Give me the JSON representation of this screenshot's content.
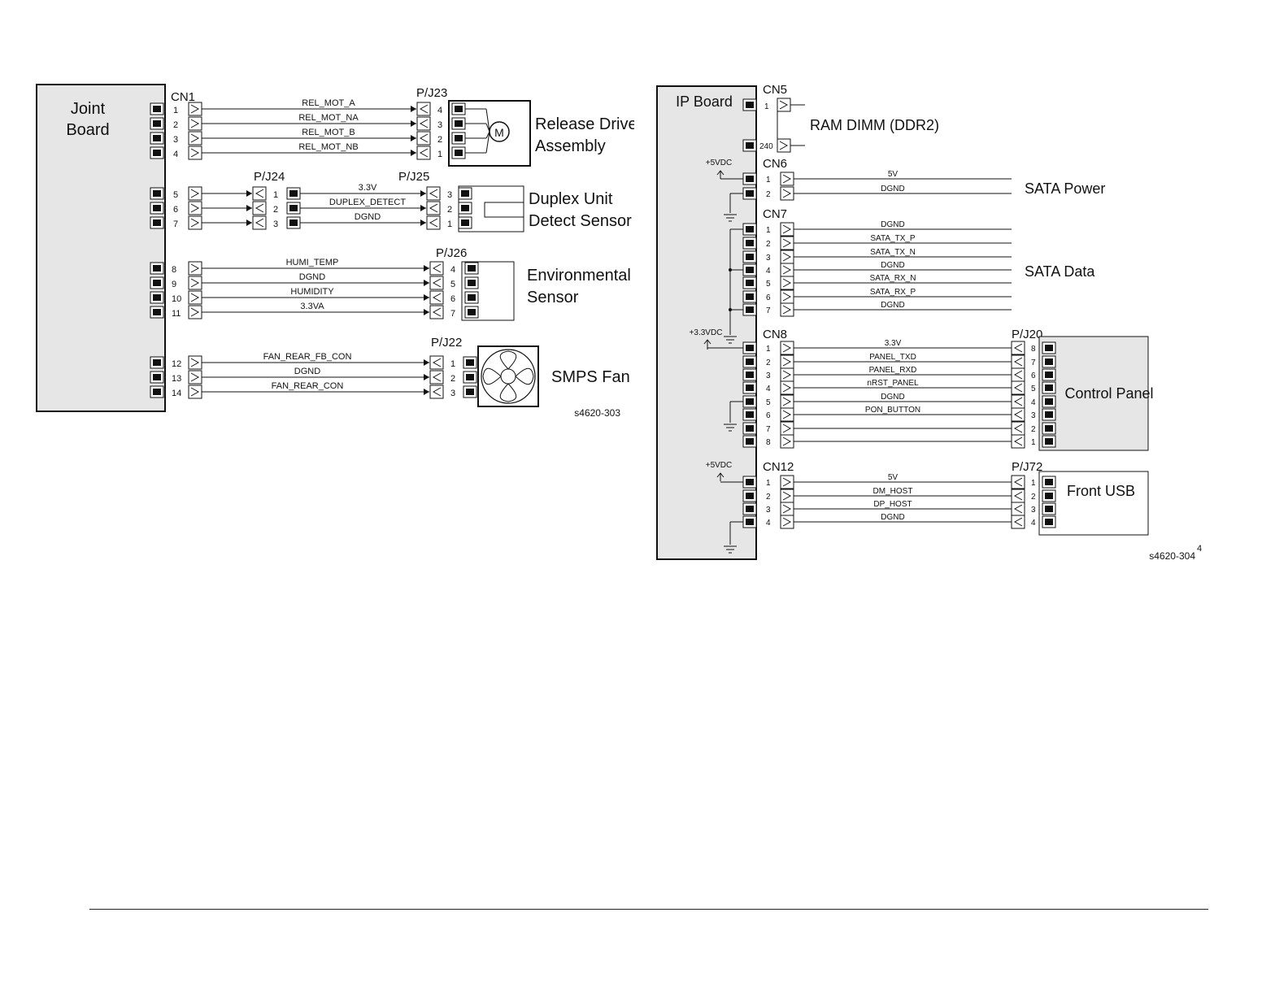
{
  "left_diagram": {
    "board_label_lines": [
      "Joint",
      "Board"
    ],
    "cn1_label": "CN1",
    "figure_id": "s4620-303",
    "release_drive": {
      "connector_label": "P/J23",
      "name_lines": [
        "Release Drive",
        "Assembly"
      ],
      "motor_symbol": "M",
      "signals": [
        {
          "cn1_pin": "1",
          "name": "REL_MOT_A",
          "pin": "4"
        },
        {
          "cn1_pin": "2",
          "name": "REL_MOT_NA",
          "pin": "3"
        },
        {
          "cn1_pin": "3",
          "name": "REL_MOT_B",
          "pin": "2"
        },
        {
          "cn1_pin": "4",
          "name": "REL_MOT_NB",
          "pin": "1"
        }
      ]
    },
    "duplex": {
      "mid_connector_label": "P/J24",
      "connector_label": "P/J25",
      "name_lines": [
        "Duplex Unit",
        "Detect Sensor"
      ],
      "signals": [
        {
          "cn1_pin": "5",
          "mid_pin": "1",
          "name": "3.3V",
          "pin": "3"
        },
        {
          "cn1_pin": "6",
          "mid_pin": "2",
          "name": "DUPLEX_DETECT",
          "pin": "2"
        },
        {
          "cn1_pin": "7",
          "mid_pin": "3",
          "name": "DGND",
          "pin": "1"
        }
      ]
    },
    "environmental": {
      "connector_label": "P/J26",
      "name_lines": [
        "Environmental",
        "Sensor"
      ],
      "signals": [
        {
          "cn1_pin": "8",
          "name": "HUMI_TEMP",
          "pin": "4"
        },
        {
          "cn1_pin": "9",
          "name": "DGND",
          "pin": "5"
        },
        {
          "cn1_pin": "10",
          "name": "HUMIDITY",
          "pin": "6"
        },
        {
          "cn1_pin": "11",
          "name": "3.3VA",
          "pin": "7"
        }
      ]
    },
    "smps_fan": {
      "connector_label": "P/J22",
      "name": "SMPS Fan",
      "signals": [
        {
          "cn1_pin": "12",
          "name": "FAN_REAR_FB_CON",
          "pin": "1"
        },
        {
          "cn1_pin": "13",
          "name": "DGND",
          "pin": "2"
        },
        {
          "cn1_pin": "14",
          "name": "FAN_REAR_CON",
          "pin": "3"
        }
      ]
    }
  },
  "right_diagram": {
    "board_label": "IP Board",
    "figure_id": "s4620-304",
    "page_marker": "4",
    "cn5": {
      "label": "CN5",
      "pin_first": "1",
      "pin_last": "240",
      "device": "RAM DIMM (DDR2)"
    },
    "cn6": {
      "label": "CN6",
      "supply": "+5VDC",
      "device": "SATA Power",
      "signals": [
        {
          "pin": "1",
          "name": "5V"
        },
        {
          "pin": "2",
          "name": "DGND"
        }
      ]
    },
    "cn7": {
      "label": "CN7",
      "device": "SATA Data",
      "signals": [
        {
          "pin": "1",
          "name": "DGND"
        },
        {
          "pin": "2",
          "name": "SATA_TX_P"
        },
        {
          "pin": "3",
          "name": "SATA_TX_N"
        },
        {
          "pin": "4",
          "name": "DGND"
        },
        {
          "pin": "5",
          "name": "SATA_RX_N"
        },
        {
          "pin": "6",
          "name": "SATA_RX_P"
        },
        {
          "pin": "7",
          "name": "DGND"
        }
      ]
    },
    "cn8": {
      "label": "CN8",
      "supply": "+3.3VDC",
      "connector_label": "P/J20",
      "device": "Control Panel",
      "signals": [
        {
          "pin": "1",
          "name": "3.3V",
          "remote_pin": "8"
        },
        {
          "pin": "2",
          "name": "PANEL_TXD",
          "remote_pin": "7"
        },
        {
          "pin": "3",
          "name": "PANEL_RXD",
          "remote_pin": "6"
        },
        {
          "pin": "4",
          "name": "nRST_PANEL",
          "remote_pin": "5"
        },
        {
          "pin": "5",
          "name": "DGND",
          "remote_pin": "4"
        },
        {
          "pin": "6",
          "name": "PON_BUTTON",
          "remote_pin": "3"
        },
        {
          "pin": "7",
          "name": "",
          "remote_pin": "2"
        },
        {
          "pin": "8",
          "name": "",
          "remote_pin": "1"
        }
      ]
    },
    "cn12": {
      "label": "CN12",
      "supply": "+5VDC",
      "connector_label": "P/J72",
      "device": "Front USB",
      "signals": [
        {
          "pin": "1",
          "name": "5V",
          "remote_pin": "1"
        },
        {
          "pin": "2",
          "name": "DM_HOST",
          "remote_pin": "2"
        },
        {
          "pin": "3",
          "name": "DP_HOST",
          "remote_pin": "3"
        },
        {
          "pin": "4",
          "name": "DGND",
          "remote_pin": "4"
        }
      ]
    }
  },
  "icons": {
    "motor": "motor-icon",
    "fan": "fan-icon",
    "sensor": "sensor-icon",
    "ground": "ground-icon",
    "supply": "supply-arrow-icon"
  },
  "colors": {
    "board_fill": "#e6e6e6",
    "line": "#111111",
    "background": "#ffffff"
  }
}
